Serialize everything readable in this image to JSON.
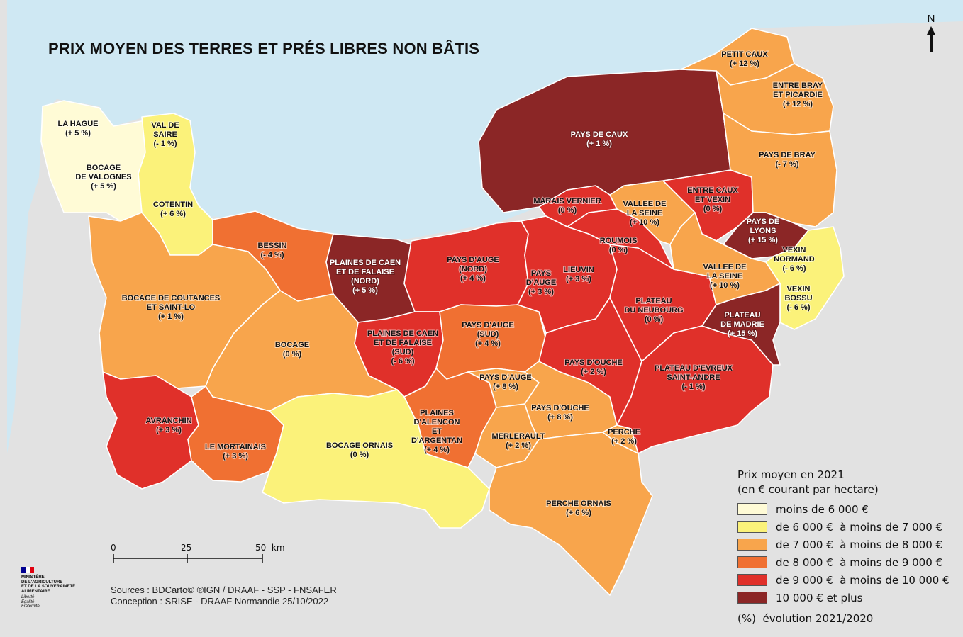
{
  "title": "PRIX MOYEN DES TERRES ET PRÉS LIBRES NON BÂTIS",
  "north": "N",
  "regions": [
    {
      "name": "LA HAGUE",
      "evolution": "(+ 5 %)",
      "class": 0
    },
    {
      "name": "VAL DE SAIRE",
      "evolution": "(- 1 %)",
      "class": 1
    },
    {
      "name": "BOCAGE DE VALOGNES",
      "evolution": "(+ 5 %)",
      "class": 0
    },
    {
      "name": "COTENTIN",
      "evolution": "(+ 6 %)",
      "class": 1
    },
    {
      "name": "BESSIN",
      "evolution": "(- 4 %)",
      "class": 3
    },
    {
      "name": "PLAINES DE CAEN ET DE FALAISE (NORD)",
      "evolution": "(+ 5 %)",
      "class": 5
    },
    {
      "name": "PAYS D'AUGE (NORD)",
      "evolution": "(+ 4 %)",
      "class": 4
    },
    {
      "name": "BOCAGE DE COUTANCES ET SAINT-LO",
      "evolution": "(+ 1 %)",
      "class": 2
    },
    {
      "name": "BOCAGE",
      "evolution": "(0 %)",
      "class": 2
    },
    {
      "name": "PLAINES DE CAEN ET DE FALAISE (SUD)",
      "evolution": "(- 6 %)",
      "class": 4
    },
    {
      "name": "PAYS D'AUGE (SUD)",
      "evolution": "(+ 4 %)",
      "class": 3
    },
    {
      "name": "AVRANCHIN",
      "evolution": "(+ 3 %)",
      "class": 4
    },
    {
      "name": "LE MORTAINAIS",
      "evolution": "(+ 3 %)",
      "class": 3
    },
    {
      "name": "BOCAGE ORNAIS",
      "evolution": "(0 %)",
      "class": 1
    },
    {
      "name": "PLAINES D'ALENCON ET D'ARGENTAN",
      "evolution": "(+ 4 %)",
      "class": 3
    },
    {
      "name": "PAYS D'AUGE",
      "evolution": "(+ 8 %)",
      "class": 2
    },
    {
      "name": "MERLERAULT",
      "evolution": "(+ 2 %)",
      "class": 2
    },
    {
      "name": "PAYS D'OUCHE",
      "evolution": "(+ 8 %)",
      "class": 2
    },
    {
      "name": "PERCHE",
      "evolution": "(+ 2 %)",
      "class": 2
    },
    {
      "name": "PERCHE ORNAIS",
      "evolution": "(+ 6 %)",
      "class": 2
    },
    {
      "name": "PAYS D'AUGE",
      "evolution": "(+ 3 %)",
      "class": 4
    },
    {
      "name": "LIEUVIN",
      "evolution": "(+ 3 %)",
      "class": 4
    },
    {
      "name": "PAYS D'OUCHE",
      "evolution": "(+ 2 %)",
      "class": 4
    },
    {
      "name": "PLATEAU D'EVREUX SAINT-ANDRE",
      "evolution": "(- 1 %)",
      "class": 4
    },
    {
      "name": "PLATEAU DU NEUBOURG",
      "evolution": "(0 %)",
      "class": 4
    },
    {
      "name": "ROUMOIS",
      "evolution": "(0 %)",
      "class": 4
    },
    {
      "name": "MARAIS VERNIER",
      "evolution": "(0 %)",
      "class": 4
    },
    {
      "name": "VALLEE DE LA SEINE",
      "evolution": "(+ 10 %)",
      "class": 2
    },
    {
      "name": "ENTRE CAUX ET VEXIN",
      "evolution": "(0 %)",
      "class": 4
    },
    {
      "name": "PAYS DE CAUX",
      "evolution": "(+ 1 %)",
      "class": 5
    },
    {
      "name": "PETIT CAUX",
      "evolution": "(+ 12 %)",
      "class": 2
    },
    {
      "name": "ENTRE BRAY ET PICARDIE",
      "evolution": "(+ 12 %)",
      "class": 2
    },
    {
      "name": "PAYS DE BRAY",
      "evolution": "(- 7 %)",
      "class": 2
    },
    {
      "name": "PAYS DE LYONS",
      "evolution": "(+ 15 %)",
      "class": 5
    },
    {
      "name": "VEXIN NORMAND",
      "evolution": "(- 6 %)",
      "class": 1
    },
    {
      "name": "VALLEE DE LA SEINE",
      "evolution": "(+ 10 %)",
      "class": 2
    },
    {
      "name": "VEXIN BOSSU",
      "evolution": "(- 6 %)",
      "class": 1
    },
    {
      "name": "PLATEAU DE MADRIE",
      "evolution": "(+ 15 %)",
      "class": 5
    }
  ],
  "legend": {
    "title1": "Prix moyen en 2021",
    "title2": "(en € courant par hectare)",
    "classes": [
      {
        "label": "moins de 6 000 €",
        "color": "#fffbd6"
      },
      {
        "label": "de 6 000 €  à moins de 7 000 €",
        "color": "#fbf27a"
      },
      {
        "label": "de 7 000 €  à moins de 8 000 €",
        "color": "#f8a54c"
      },
      {
        "label": "de 8 000 €  à moins de 9 000 €",
        "color": "#f07032"
      },
      {
        "label": "de 9 000 €  à moins de 10 000 €",
        "color": "#e0302a"
      },
      {
        "label": "10 000 € et plus",
        "color": "#8b2626"
      }
    ],
    "note": "(%)  évolution 2021/2020"
  },
  "scale": {
    "ticks": [
      "0",
      "25",
      "50  km"
    ]
  },
  "logo": {
    "line1": "MINISTÈRE",
    "line2": "DE L'AGRICULTURE",
    "line3": "ET DE LA SOUVERAINETÉ",
    "line4": "ALIMENTAIRE",
    "motto1": "Liberté",
    "motto2": "Égalité",
    "motto3": "Fraternité"
  },
  "sources": {
    "line1": "Sources : BDCarto© ®IGN / DRAAF - SSP - FNSAFER",
    "line2": "Conception : SRISE - DRAAF Normandie 25/10/2022"
  },
  "colors": {
    "sea": "#cfe8f3",
    "land_outside": "#e2e2e2",
    "border": "#ffffff"
  }
}
